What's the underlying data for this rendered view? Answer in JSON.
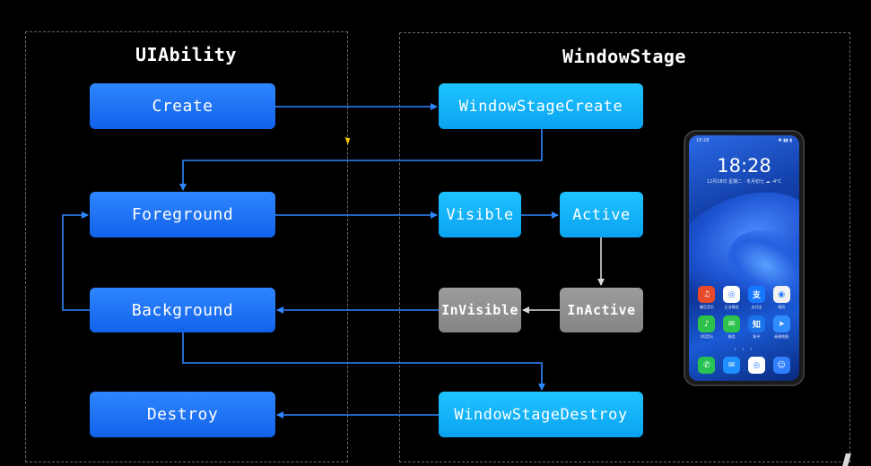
{
  "panels": {
    "left_title": "UIAbility",
    "right_title": "WindowStage"
  },
  "uiability_states": {
    "create": "Create",
    "foreground": "Foreground",
    "background": "Background",
    "destroy": "Destroy"
  },
  "windowstage_states": {
    "create": "WindowStageCreate",
    "visible": "Visible",
    "active": "Active",
    "invisible": "InVisible",
    "inactive": "InActive",
    "destroy": "WindowStageDestroy"
  },
  "phone": {
    "status_time": "18:28",
    "clock": "18:28",
    "date": "12月18日 星期二 · 冬月初七 ☁ -4°C",
    "apps": [
      {
        "icon": "music-app-icon",
        "label": "赚豆音乐",
        "glyph": "♫",
        "color": "#e84a2a"
      },
      {
        "icon": "chat-app-icon",
        "label": "企业微信",
        "glyph": "◎",
        "color": "#ffffff"
      },
      {
        "icon": "pay-app-icon",
        "label": "支付宝",
        "glyph": "支",
        "color": "#1677ff"
      },
      {
        "icon": "camera-app-icon",
        "label": "相机",
        "glyph": "◉",
        "color": "#f2f2f2"
      },
      {
        "icon": "qq-music-app-icon",
        "label": "QQ音乐",
        "glyph": "♪",
        "color": "#2fc24b"
      },
      {
        "icon": "wechat-app-icon",
        "label": "微信",
        "glyph": "✉",
        "color": "#2ec44b"
      },
      {
        "icon": "zhihu-app-icon",
        "label": "知乎",
        "glyph": "知",
        "color": "#1a73e8"
      },
      {
        "icon": "maps-app-icon",
        "label": "高德地图",
        "glyph": "➤",
        "color": "#2f8cff"
      }
    ],
    "pager": "• • •",
    "dock": [
      {
        "icon": "phone-icon",
        "glyph": "✆",
        "color": "#27c251"
      },
      {
        "icon": "messages-icon",
        "glyph": "✉",
        "color": "#1e8fff"
      },
      {
        "icon": "browser-icon",
        "glyph": "◎",
        "color": "#ffffff"
      },
      {
        "icon": "contacts-icon",
        "glyph": "☺",
        "color": "#2f7fff"
      }
    ]
  }
}
